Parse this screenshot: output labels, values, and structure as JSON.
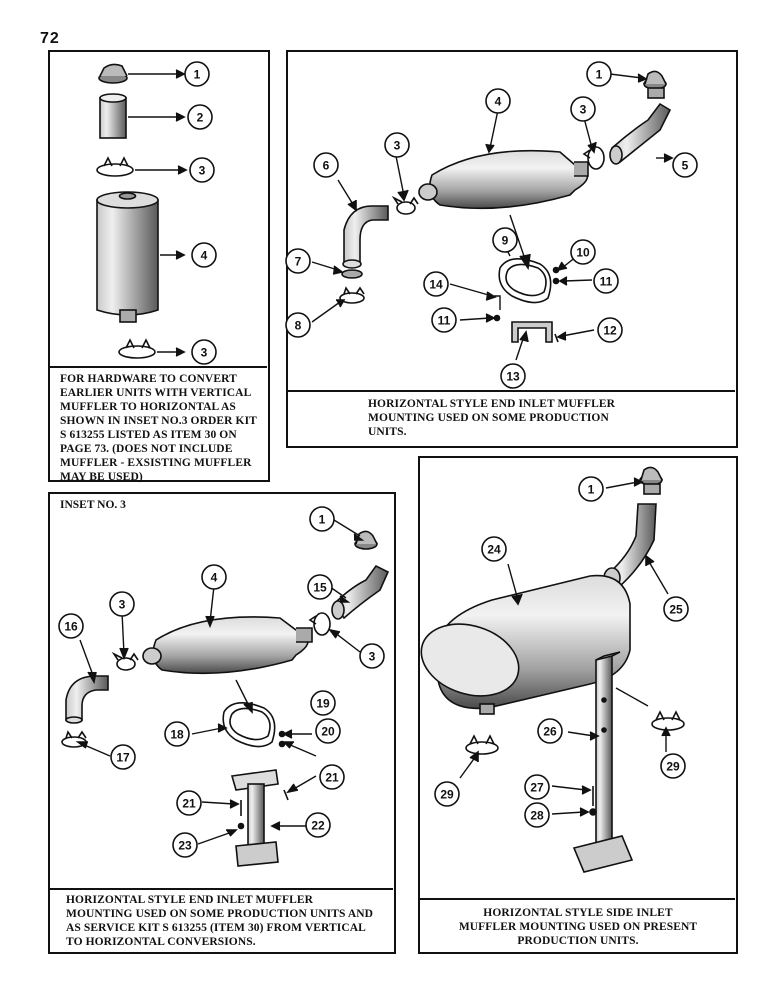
{
  "page": {
    "number": "72"
  },
  "panels": {
    "vertical": {
      "callouts": [
        "1",
        "2",
        "3",
        "4",
        "3"
      ],
      "note": "FOR HARDWARE TO CONVERT EARLIER UNITS WITH VERTICAL MUFFLER TO HORIZONTAL AS SHOWN IN INSET NO.3 ORDER KIT S 613255 LISTED AS ITEM 30 ON PAGE 73. (DOES NOT INCLUDE MUFFLER - EXSISTING MUFFLER MAY BE USED)"
    },
    "horizontal_end_inlet": {
      "callouts": [
        "1",
        "4",
        "3",
        "5",
        "6",
        "3",
        "7",
        "8",
        "9",
        "10",
        "11",
        "14",
        "11",
        "12",
        "13"
      ],
      "caption": "HORIZONTAL STYLE END INLET MUFFLER MOUNTING USED ON SOME PRODUCTION UNITS."
    },
    "inset3": {
      "label": "INSET NO. 3",
      "callouts": [
        "1",
        "4",
        "15",
        "16",
        "3",
        "3",
        "18",
        "19",
        "20",
        "17",
        "21",
        "21",
        "22",
        "23"
      ],
      "caption": "HORIZONTAL STYLE END INLET MUFFLER MOUNTING USED ON SOME PRODUCTION UNITS AND AS SERVICE KIT S 613255 (item 30) FROM VERTICAL TO HORIZONTAL CONVERSIONS."
    },
    "side_inlet": {
      "callouts": [
        "1",
        "24",
        "25",
        "26",
        "29",
        "29",
        "27",
        "28"
      ],
      "caption": "HORIZONTAL STYLE SIDE INLET MUFFLER MOUNTING USED ON PRESENT PRODUCTION UNITS."
    }
  }
}
